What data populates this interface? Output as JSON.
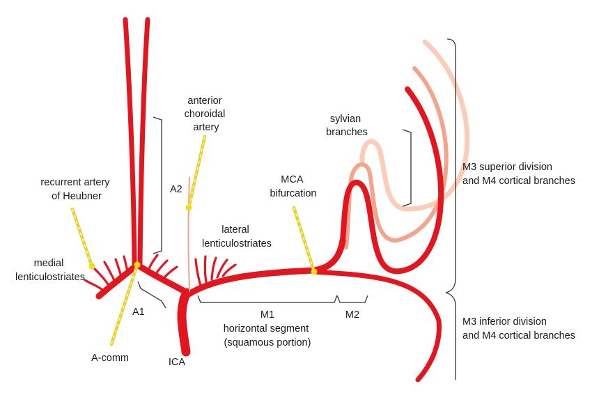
{
  "colors": {
    "artery": "#e3161f",
    "artery_light": "#f4a48c",
    "artery_pale": "#f9cdb8",
    "pointer": "#e8d22a",
    "bracket": "#333333"
  },
  "labels": {
    "anterior_choroidal": [
      "anterior",
      "choroidal",
      "artery"
    ],
    "sylvian": [
      "sylvian",
      "branches"
    ],
    "recurrent_heubner": [
      "recurrent artery",
      "of Heubner"
    ],
    "a2": "A2",
    "mca_bifurcation": [
      "MCA",
      "bifurcation"
    ],
    "lateral_lenticulostriates": [
      "lateral",
      "lenticulostriates"
    ],
    "medial_lenticulostriates": [
      "medial",
      "lenticulostriates"
    ],
    "a1": "A1",
    "m1": "M1",
    "m1_description": [
      "horizontal segment",
      "(squamous portion)"
    ],
    "m2": "M2",
    "a_comm": "A-comm",
    "ica": "ICA",
    "m3_superior": [
      "M3 superior division",
      "and M4 cortical branches"
    ],
    "m3_inferior": [
      "M3 inferior division",
      "and M4 cortical branches"
    ]
  }
}
